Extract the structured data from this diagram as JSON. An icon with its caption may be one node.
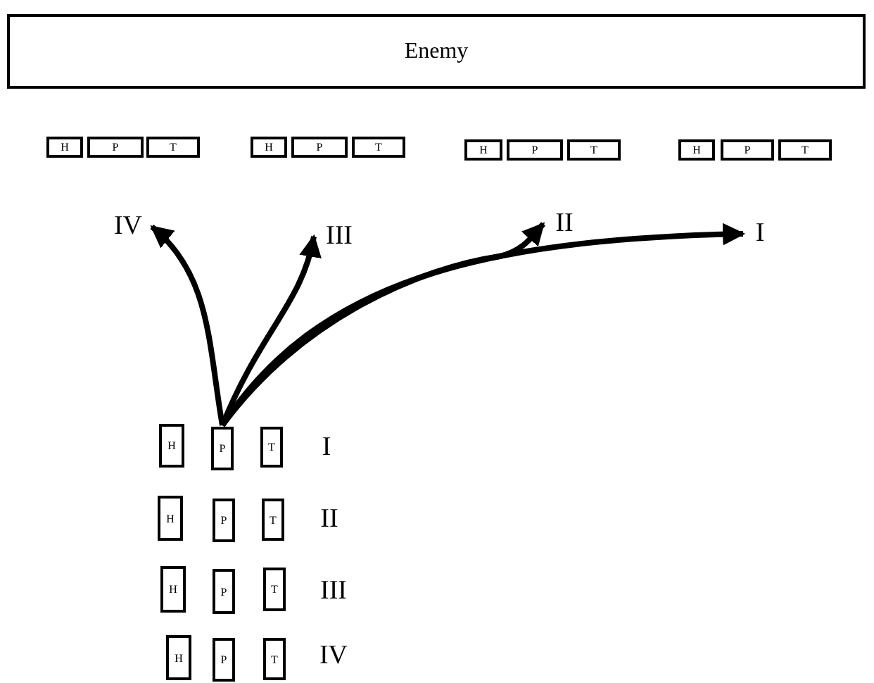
{
  "diagram": {
    "nodes": [
      {
        "text": [
          "Enemy"
        ]
      },
      {
        "text": [
          "H"
        ]
      },
      {
        "text": [
          "P"
        ]
      },
      {
        "text": [
          "T"
        ]
      },
      {
        "text": [
          "IV"
        ]
      },
      {
        "text": [
          "H"
        ]
      },
      {
        "text": [
          "P"
        ]
      },
      {
        "text": [
          "T"
        ]
      },
      {
        "text": [
          "III"
        ]
      },
      {
        "text": [
          "H"
        ]
      },
      {
        "text": [
          "P"
        ]
      },
      {
        "text": [
          "T"
        ]
      },
      {
        "text": [
          "II"
        ]
      },
      {
        "text": [
          "H"
        ]
      },
      {
        "text": [
          "P"
        ]
      },
      {
        "text": [
          "T"
        ]
      },
      {
        "text": [
          "I"
        ]
      },
      {
        "text": [
          "H"
        ]
      },
      {
        "text": [
          "P"
        ]
      },
      {
        "text": [
          "T"
        ]
      },
      {
        "text": [
          "H"
        ]
      },
      {
        "text": [
          "P"
        ]
      },
      {
        "text": [
          "T"
        ]
      },
      {
        "text": [
          "H"
        ]
      },
      {
        "text": [
          "P"
        ]
      },
      {
        "text": [
          "T"
        ]
      },
      {
        "text": [
          "H"
        ]
      },
      {
        "text": [
          "P"
        ]
      },
      {
        "text": [
          "T"
        ]
      }
    ],
    "edges": [
      {
        "from": 18,
        "to": 4,
        "arrow": "to"
      },
      {
        "from": 18,
        "to": 8,
        "arrow": "to"
      },
      {
        "from": 18,
        "to": 12,
        "arrow": "to"
      },
      {
        "from": 18,
        "to": 16,
        "arrow": "to"
      }
    ],
    "labels": [
      "I",
      "II",
      "III",
      "IV"
    ]
  }
}
